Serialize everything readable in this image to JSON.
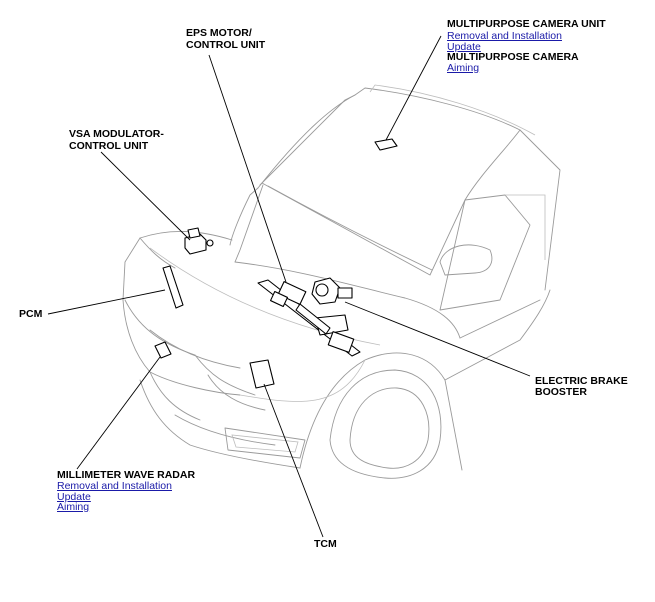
{
  "callouts": {
    "eps": {
      "line1": "EPS MOTOR/",
      "line2": "CONTROL UNIT"
    },
    "camera_unit": {
      "title": "MULTIPURPOSE CAMERA UNIT",
      "links": [
        "Removal and Installation",
        "Update"
      ]
    },
    "camera": {
      "title": "MULTIPURPOSE CAMERA",
      "links": [
        "Aiming"
      ]
    },
    "vsa": {
      "line1": "VSA MODULATOR-",
      "line2": "CONTROL UNIT"
    },
    "pcm": {
      "label": "PCM"
    },
    "brake_booster": {
      "line1": "ELECTRIC BRAKE",
      "line2": "BOOSTER"
    },
    "radar": {
      "title": "MILLIMETER WAVE RADAR",
      "links": [
        "Removal and Installation",
        "Update",
        "Aiming"
      ]
    },
    "tcm": {
      "label": "TCM"
    }
  },
  "colors": {
    "link": "#1a1aa8",
    "outline": "#9a9a9a",
    "leader": "#000000"
  }
}
